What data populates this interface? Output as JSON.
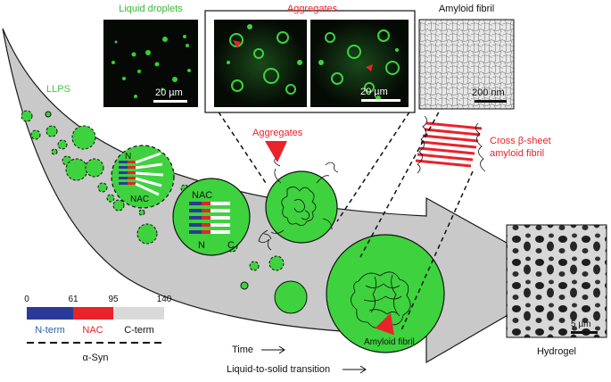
{
  "panels": {
    "liquid_droplets": {
      "title": "Liquid droplets",
      "scale": "20 µm"
    },
    "aggregates": {
      "title": "Aggregates",
      "scale": "20 µm"
    },
    "amyloid_fibril": {
      "title": "Amyloid fibril",
      "scale": "200 nm"
    },
    "hydrogel": {
      "title": "Hydrogel",
      "scale": "5 µm"
    }
  },
  "labels": {
    "llps": "LLPS",
    "aggregates_arrow": "Aggregates",
    "cross_beta_1": "Cross β-sheet",
    "cross_beta_2": "amyloid fibril",
    "amyloid_fibril": "Amyloid fibril",
    "time": "Time",
    "transition": "Liquid-to-solid transition",
    "droplet_n": "N",
    "droplet_nac": "NAC",
    "big_nac": "NAC",
    "big_n": "N",
    "big_c": "C"
  },
  "domain_bar": {
    "ticks": [
      "0",
      "61",
      "95",
      "140"
    ],
    "segments": [
      "N-term",
      "NAC",
      "C-term"
    ],
    "protein": "α-Syn"
  },
  "colors": {
    "droplet_green": "#3ed23e",
    "red_accent": "#e8232a",
    "nterm_blue": "#2b3a97",
    "nac_red": "#e8232a",
    "cterm_gray": "#d9d9d9",
    "arrow_gray": "#c9c9c9",
    "llps_text": "#3ec63e",
    "panel_title_green": "#34b834"
  }
}
